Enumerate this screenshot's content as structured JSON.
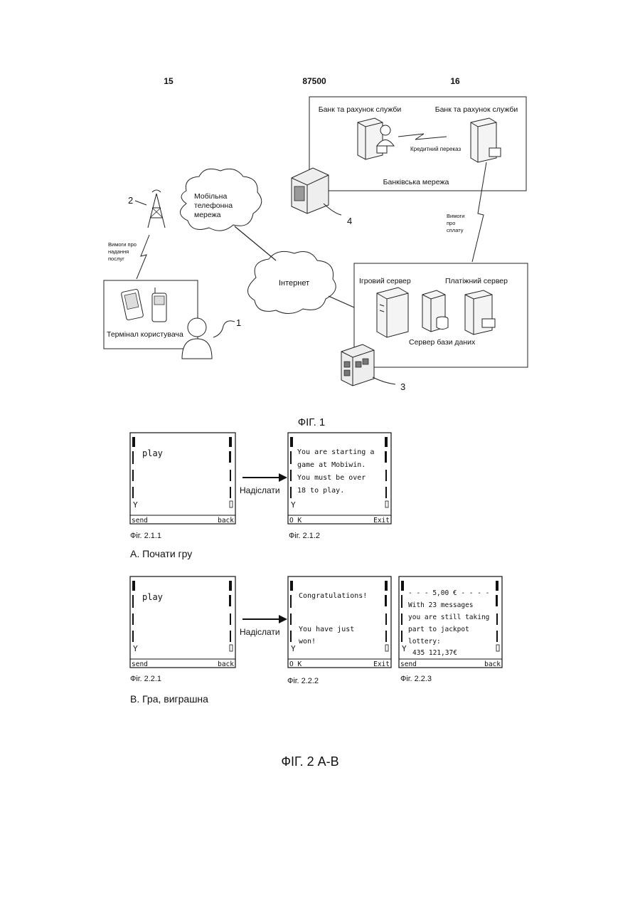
{
  "header": {
    "left_page": "15",
    "patent_number": "87500",
    "right_page": "16"
  },
  "fig1": {
    "bank_left": "Банк та рахунок служби",
    "bank_right": "Банк та рахунок служби",
    "credit_transfer": "Кредитний переказ",
    "bank_network": "Банківська мережа",
    "mobile_network_line1": "Мобільна",
    "mobile_network_line2": "телефонна",
    "mobile_network_line3": "мережа",
    "internet": "Інтернет",
    "service_request_line1": "Вимоги про",
    "service_request_line2": "надання",
    "service_request_line3": "послуг",
    "payment_request_line1": "Вимоги",
    "payment_request_line2": "про",
    "payment_request_line3": "сплату",
    "game_server": "Ігровий сервер",
    "payment_server": "Платіжний сервер",
    "database_server": "Сервер бази даних",
    "user_terminal": "Термінал користувача",
    "ref_1": "1",
    "ref_2": "2",
    "ref_3": "3",
    "ref_4": "4",
    "caption": "ФІГ. 1"
  },
  "fig2": {
    "send_arrow_label": "Надіслати",
    "screen_211": {
      "lines": [
        "play"
      ],
      "left_soft": "send",
      "right_soft": "back",
      "caption": "Фіг. 2.1.1"
    },
    "screen_212": {
      "lines": [
        "You are starting a",
        "game at Mobiwin.",
        "You must be over",
        "18 to play."
      ],
      "left_soft": "O K",
      "right_soft": "Exit",
      "caption": "Фіг. 2.1.2"
    },
    "section_a": "A. Почати гру",
    "screen_221": {
      "lines": [
        "play"
      ],
      "left_soft": "send",
      "right_soft": "back",
      "caption": "Фіг. 2.2.1"
    },
    "screen_222": {
      "lines": [
        "Congratulations!",
        "",
        "",
        "You have just",
        "won!"
      ],
      "left_soft": "O K",
      "right_soft": "Exit",
      "caption": "Фіг. 2.2.2"
    },
    "screen_223": {
      "lines": [
        "- - - 5,00 € - - - -",
        "With 23 messages",
        "you are still taking",
        "part to jackpot",
        "lottery:",
        "435 121,37€"
      ],
      "left_soft": "send",
      "right_soft": "back",
      "caption": "Фіг. 2.2.3"
    },
    "section_b": "B. Гра, виграшна",
    "caption": "ФІГ. 2 A-B"
  }
}
